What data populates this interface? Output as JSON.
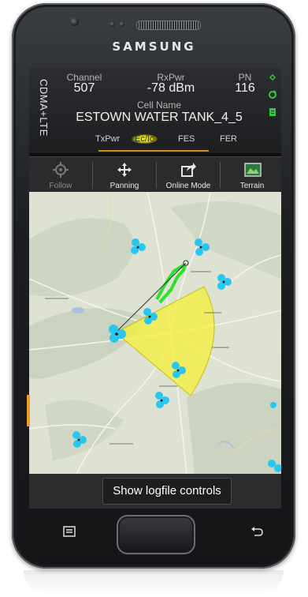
{
  "device": {
    "brand": "SAMSUNG"
  },
  "header": {
    "network_mode": "CDMA+LTE",
    "channel": {
      "label": "Channel",
      "value": "507"
    },
    "rxpwr": {
      "label": "RxPwr",
      "value": "-78 dBm"
    },
    "pn": {
      "label": "PN",
      "value": "116"
    },
    "cell_name": {
      "label": "Cell Name",
      "value": "ESTOWN WATER TANK_4_5"
    },
    "tabs": [
      {
        "label": "TxPwr",
        "active": false
      },
      {
        "label": "Ec/Io",
        "active": true
      },
      {
        "label": "FES",
        "active": false
      },
      {
        "label": "FER",
        "active": false
      }
    ],
    "side_icons": [
      "satellite-icon",
      "refresh-icon",
      "document-icon"
    ],
    "accent_color": "#2ecc3a",
    "tab_highlight_color": "#e6e000"
  },
  "toolbar": {
    "items": [
      {
        "label": "Follow",
        "icon": "crosshair-icon",
        "enabled": false
      },
      {
        "label": "Panning",
        "icon": "move-arrows-icon",
        "enabled": true
      },
      {
        "label": "Online Mode",
        "icon": "share-arrow-icon",
        "enabled": true
      },
      {
        "label": "Terrain",
        "icon": "terrain-map-icon",
        "enabled": true
      }
    ]
  },
  "map": {
    "coverage_color": "#f4ef3a",
    "route_color": "#2ee02a",
    "site_color": "#27c7f0"
  },
  "logfile": {
    "button_label": "Show logfile controls"
  }
}
